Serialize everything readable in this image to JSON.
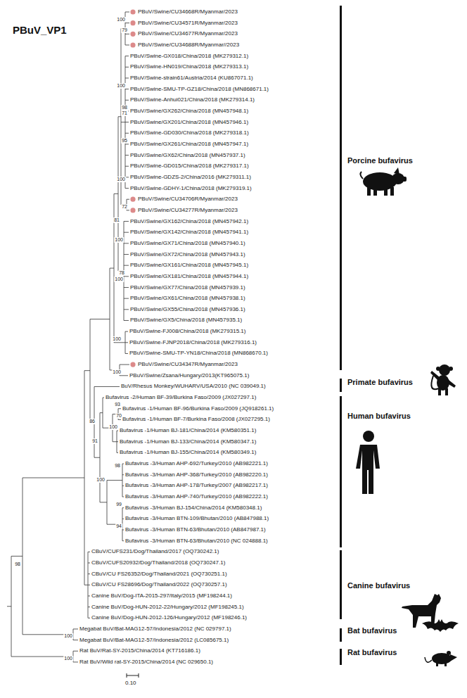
{
  "diagram": {
    "title": "PBuV_VP1",
    "labels": [
      "PBuV/Swine/CU34668R/Myanmar/2023",
      "PBuV/Swine/CU34571R/Myanmar/2023",
      "PBuV/Swine/CU34677R/Myanmar/2023",
      "PBuV/Swine/CU34688R/Myanmar//2023",
      "PBuV/Swine-GX018/China/2018 (MK279312.1)",
      "PBuV/Swine-HN019/China/2018 (MK279313.1)",
      "PBuV/Swine-strain61/Austria/2014 (KU867071.1)",
      "PBuV/Swine-SMU-TP-GZ18/China/2018 (MN868671.1)",
      "PBuV/Swine-Anhui021/China/2018 (MK279314.1)",
      "PBuV/Swine/GX262/China/2018 (MN457948.1)",
      "PBuV/Swine/GX201/China/2018 (MN457946.1)",
      "PBuV/Swine-GD030/China/2018 (MK279318.1)",
      "PBuV/Swine/GX261/China/2018 (MN457947.1)",
      "PBuV/Swine/GX62/China/2018 (MN457937.1)",
      "PBuV/Swine-GD015/China/2018 (MK279317.1)",
      "PBuV/Swine-GDZS-2/China/2016 (MK279311.1)",
      "PBuV/Swine-GDHY-1/China/2018 (MK279319.1)",
      "PBuV/Swine/CU34706R/Myanmar/2023",
      "PBuV/Swine/CU34277R/Myanmar/2023",
      "PBuV/Swine/GX162/China/2018 (MN457942.1)",
      "PBuV/Swine/GX142/China/2018 (MN457941.1)",
      "PBuV/Swine/GX71/China/2018 (MN457940.1)",
      "PBuV/Swine/GX72/China/2018 (MN457943.1)",
      "PBuV/Swine/GX161/China/2018 (MN457945.1)",
      "PBuV/Swine/GX181/China/2018 (MN457944.1)",
      "PBuV/Swine/GX77/China/2018 (MN457939.1)",
      "PBuV/Swine/GX61/China/2018 (MN457938.1)",
      "PBuV/Swine/GX55/China/2018 (MN457936.1)",
      "PBuV/Swine/GX5/China/2018 (MN457935.1)",
      "PBuV/Swine-FJ008/China/2018 (MK279315.1)",
      "PBuV/Swine-FJNP2018/China/2018 (MK279316.1)",
      "PBuV/Swine-SMU-TP-YN18/China/2018 (MN868670.1)",
      "PBuV/Swine/CU34347R/Myanmar/2023",
      "PBuV/Swine/Zsana/Hungary/2013(KT965075.1)",
      "BuV/Rhesus Monkey/WUHARV/USA/2010 (NC 039049.1)",
      "Bufavirus -2/Human BF-39/Burkina Faso/2009 (JX027297.1)",
      "Bufavirus -1/Human BF-96/Burkina Faso/2009 (JQ918261.1)",
      "Bufavirus -1/Human BF-7/Burkina Faso/2008 (JX027295.1)",
      "Bufavirus -1/Human BJ-181/China/2014 (KM580351.1)",
      "Bufavirus -1/Human BJ-133/China/2014 (KM580347.1)",
      "Bufavirus -1/Human BJ-155/China/2014 (KM580349.1)",
      "Bufavirus -3/Human AHP-692/Turkey/2010 (AB982221.1)",
      "Bufavirus -3/Human AHP-368/Turkey/2010 (AB982220.1)",
      "Bufavirus -3/Human AHP-178/Turkey/2007 (AB982217.1)",
      "Bufavirus -3/Human AHP-740/Turkey/2010 (AB982222.1)",
      "Bufavirus -3/Human BJ-154/China/2014 (KM580348.1)",
      "Bufavirus -3/Human BTN-109/Bhutan/2010 (AB847988.1)",
      "Bufavirus -3/Human BTN-63/Bhutan/2010 (AB847987.1)",
      "Bufavirus -3/Human BTN-63/Bhutan/2010 (NC 024888.1)",
      "CBuV/CUFS231/Dog/Thailand/2017 (OQ730242.1)",
      "CBuV/CUFS20932/Dog/Thailand/2018 (OQ730247.1)",
      "CBuV/CU FS26352/Dog/Thailand/2021 (OQ730251.1)",
      "CBuV/CU FS28696/Dog/Thailand/2022 (OQ730257.1)",
      "Canine BuV/Dog-ITA-2015-297/Italy/2015 (MF198244.1)",
      "Canine BuV/Dog-HUN-2012-22/Hungary/2012 (MF198245.1)",
      "Canine BuV/Dog-HUN-2012-126/Hungary/2012 (MF198246.1)",
      "Megabat BuV/Bat-MAG12-57/Indonesia/2012 (NC 029797.1)",
      "Megabat BuV/Bat-MAG12-57/Indonesia/2012 (LC085675.1)",
      "Rat BuV/Rat-SY-2015/China/2014 (KT716186.1)",
      "Rat BuV/Wild rat-SY-2015/China/2014 (NC 029650.1)",
      "100",
      "79",
      "100",
      "98",
      "71",
      "95",
      "100",
      "72",
      "81",
      "100",
      "78",
      "100",
      "100",
      "100",
      "86",
      "91",
      "93",
      "70",
      "100",
      "100",
      "98",
      "99",
      "94",
      "98",
      "100",
      "100",
      "Porcine bufavirus",
      "Primate bufavirus",
      "Human bufavirus",
      "Canine bufavirus",
      "Bat bufavirus",
      "Rat bufavirus",
      "0.10"
    ]
  }
}
